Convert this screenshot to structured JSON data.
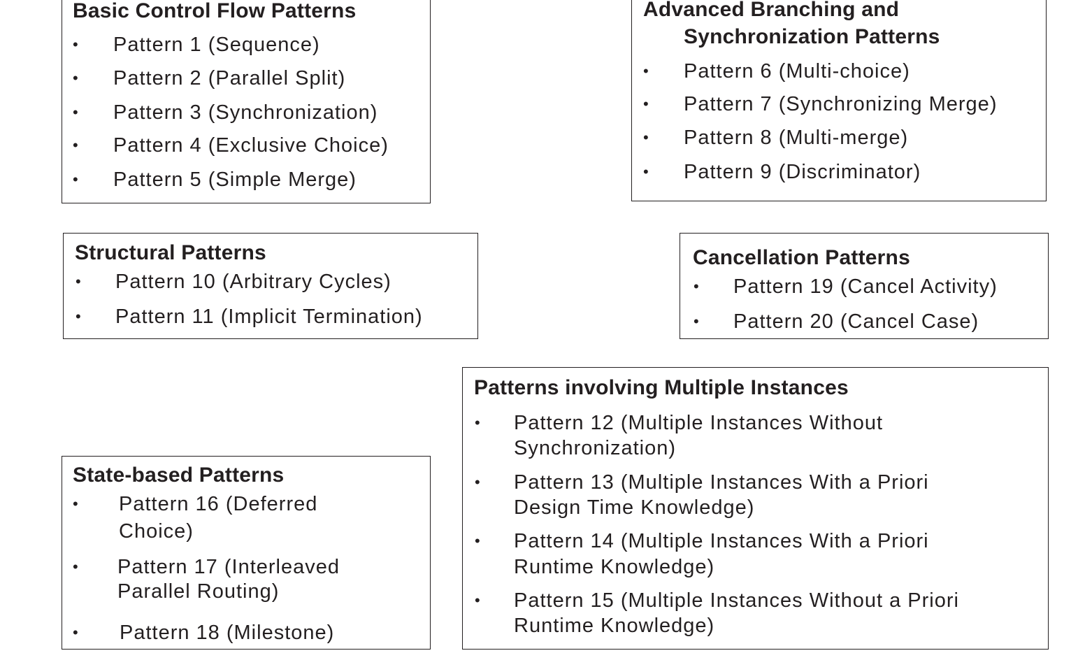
{
  "groups": {
    "basic": {
      "title": "Basic Control Flow Patterns",
      "items": [
        "Pattern 1 (Sequence)",
        "Pattern 2 (Parallel Split)",
        "Pattern 3 (Synchronization)",
        "Pattern 4 (Exclusive Choice)",
        "Pattern 5 (Simple Merge)"
      ]
    },
    "advanced": {
      "title_line1": "Advanced Branching and",
      "title_line2": "Synchronization Patterns",
      "items": [
        "Pattern 6 (Multi-choice)",
        "Pattern 7 (Synchronizing Merge)",
        "Pattern 8 (Multi-merge)",
        "Pattern 9 (Discriminator)"
      ]
    },
    "structural": {
      "title": "Structural Patterns",
      "items": [
        "Pattern 10 (Arbitrary Cycles)",
        "Pattern 11 (Implicit Termination)"
      ]
    },
    "cancellation": {
      "title": "Cancellation Patterns",
      "items": [
        "Pattern 19 (Cancel Activity)",
        "Pattern 20 (Cancel Case)"
      ]
    },
    "multiple": {
      "title": "Patterns involving Multiple Instances",
      "items": [
        [
          "Pattern 12 (Multiple Instances Without",
          "Synchronization)"
        ],
        [
          "Pattern 13 (Multiple Instances With a Priori",
          "Design Time Knowledge)"
        ],
        [
          "Pattern 14 (Multiple Instances With a Priori",
          "Runtime Knowledge)"
        ],
        [
          "Pattern 15 (Multiple Instances Without a Priori",
          "Runtime Knowledge)"
        ]
      ]
    },
    "state": {
      "title": "State-based Patterns",
      "items": [
        [
          "Pattern 16 (Deferred",
          "Choice)"
        ],
        [
          "Pattern 17 (Interleaved",
          "Parallel Routing)"
        ],
        [
          "Pattern 18 (Milestone)"
        ]
      ]
    }
  },
  "bullet_glyph": "•"
}
